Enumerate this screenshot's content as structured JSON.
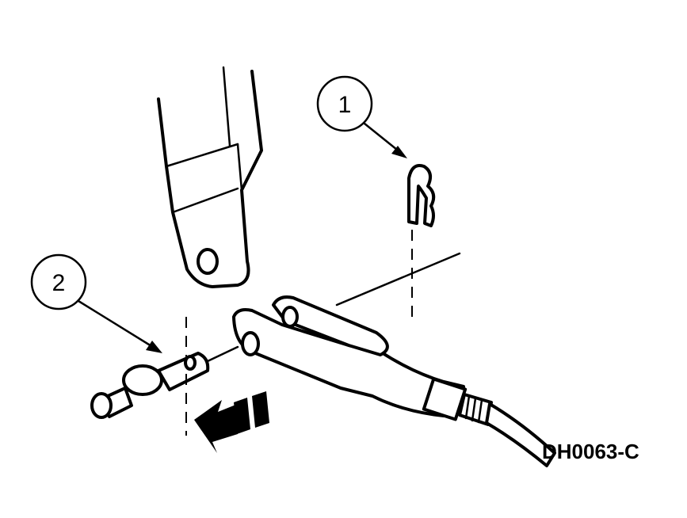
{
  "callouts": [
    {
      "number": "1"
    },
    {
      "number": "2"
    }
  ],
  "figure_code": "DH0063-C",
  "colors": {
    "ink": "#000000",
    "paper": "#ffffff"
  }
}
